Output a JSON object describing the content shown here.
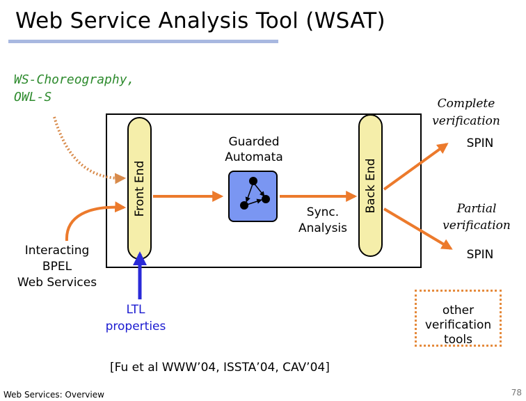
{
  "slide": {
    "title": "Web Service Analysis Tool (WSAT)",
    "spec_languages": [
      "WS-Choreography,",
      "OWL-S"
    ],
    "front_end_label": "Front End",
    "back_end_label": "Back End",
    "guarded_automata": [
      "Guarded",
      "Automata"
    ],
    "sync_analysis": [
      "Sync.",
      "Analysis"
    ],
    "complete_verification": [
      "Complete",
      "verification"
    ],
    "spin_complete": "SPIN",
    "partial_verification": [
      "Partial",
      "verification"
    ],
    "spin_partial": "SPIN",
    "bpel_services": [
      "Interacting",
      "BPEL",
      "Web Services"
    ],
    "ltl_properties": [
      "LTL",
      "properties"
    ],
    "other_tools": [
      "other",
      "verification",
      "tools"
    ],
    "citation": "[Fu et al WWW’04, ISSTA’04, CAV’04]",
    "footer_text": "Web Services: Overview",
    "page_number": "78"
  },
  "colors": {
    "arrow_orange": "#ec7a2c",
    "dotted_arrow": "#d88a4a",
    "ltl_blue": "#2a2ad8",
    "pill_fill": "#f5eeaa",
    "automaton_fill": "#7a96f2",
    "spec_green": "#2e8b2e",
    "title_underline": "#a8b8e0"
  }
}
